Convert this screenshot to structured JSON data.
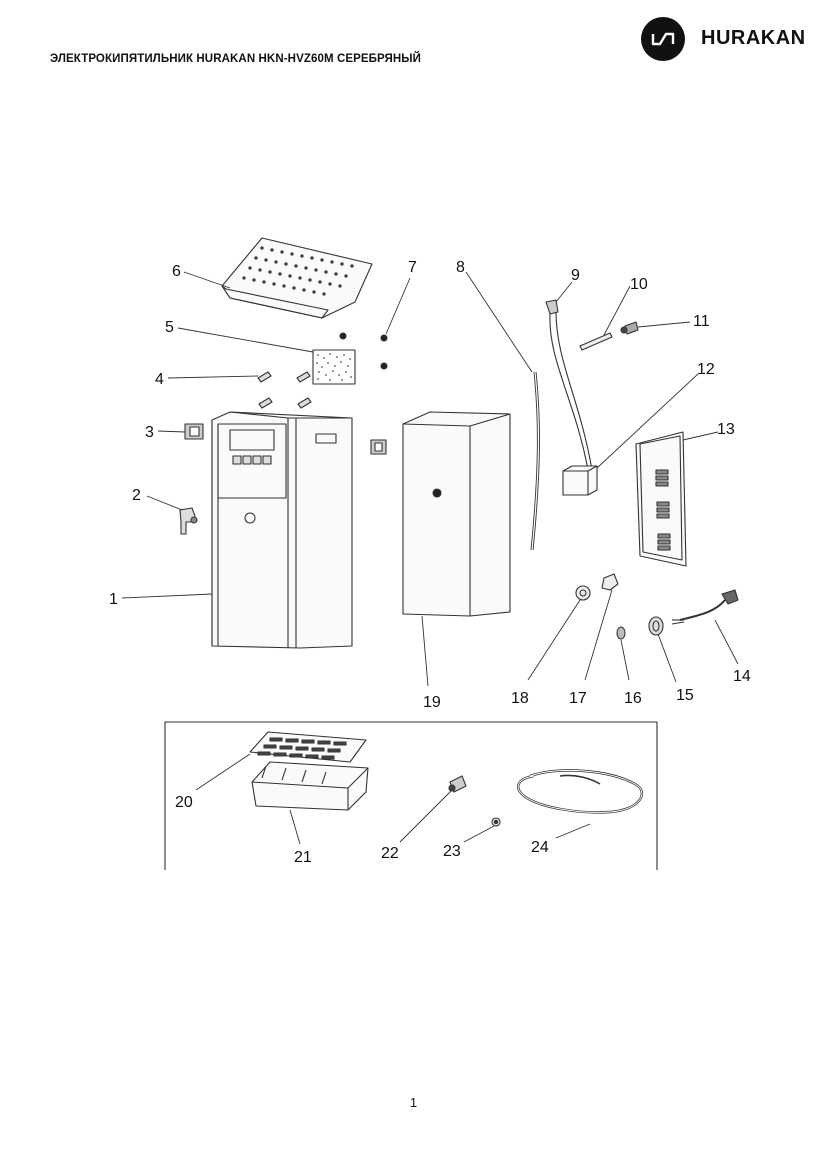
{
  "document": {
    "title": "ЭЛЕКТРОКИПЯТИЛЬНИК HURAKAN HKN-HVZ60M СЕРЕБРЯНЫЙ",
    "page_number": "1"
  },
  "brand": {
    "name": "HURAKAN",
    "logo_color": "#111111"
  },
  "parts_labels": [
    "1",
    "2",
    "3",
    "4",
    "5",
    "6",
    "7",
    "8",
    "9",
    "10",
    "11",
    "12",
    "13",
    "14",
    "15",
    "16",
    "17",
    "18",
    "19",
    "20",
    "21",
    "22",
    "23",
    "24"
  ]
}
